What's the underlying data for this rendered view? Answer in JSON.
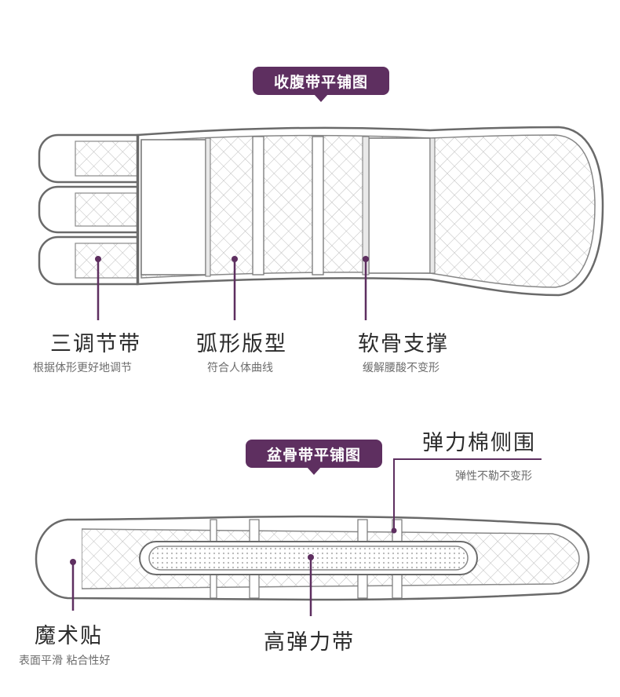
{
  "abdominal_belt": {
    "title": "收腹带平铺图",
    "features": [
      {
        "label": "三调节带",
        "desc": "根据体形更好地调节"
      },
      {
        "label": "弧形版型",
        "desc": "符合人体曲线"
      },
      {
        "label": "软骨支撑",
        "desc": "缓解腰酸不变形"
      }
    ]
  },
  "pelvic_belt": {
    "title": "盆骨带平铺图",
    "side_panel": {
      "label": "弹力棉侧围",
      "desc": "弹性不勒不变形"
    },
    "velcro": {
      "label": "魔术贴",
      "desc": "表面平滑 粘合性好"
    },
    "strap": {
      "label": "高弹力带"
    }
  },
  "colors": {
    "accent": "#5e2f60",
    "outline": "#6a6a6a",
    "mesh": "#bdbdbd",
    "text": "#2b2b2b"
  }
}
